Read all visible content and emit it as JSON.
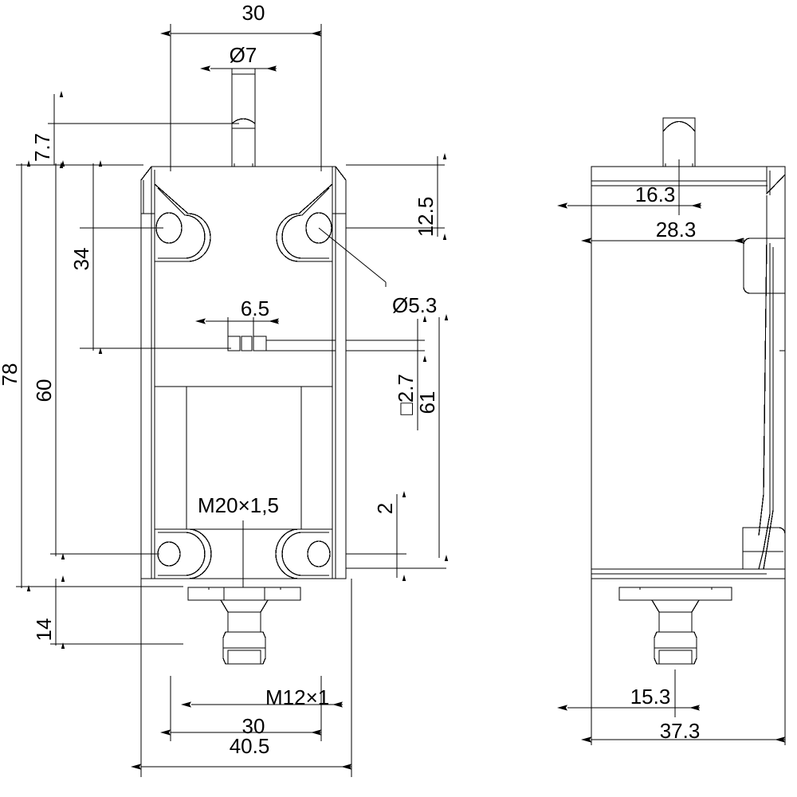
{
  "drawing": {
    "title": "Position switch dimensional drawing",
    "type": "technical-engineering-drawing",
    "units": "mm",
    "line_color": "#000000",
    "background_color": "#ffffff",
    "views": [
      {
        "name": "front-view",
        "label": ""
      },
      {
        "name": "side-view",
        "label": ""
      }
    ]
  },
  "front_view": {
    "dimensions": {
      "top_width": "30",
      "plunger_diameter": "Ø7",
      "top_offset": "7.7",
      "overall_height": "78",
      "hole_pitch_vertical": "60",
      "upper_hole_offset": "34",
      "contact_width": "6.5",
      "mounting_hole_diameter": "Ø5.3",
      "top_edge_offset": "12.5",
      "square_feature": "□2.7",
      "body_height": "61",
      "bottom_gap": "2",
      "bottom_offset": "14",
      "gland_thread": "M20×1,5",
      "cable_thread": "M12×1",
      "bottom_width": "30",
      "overall_width": "40.5"
    }
  },
  "side_view": {
    "dimensions": {
      "plunger_center_offset": "16.3",
      "lug_offset": "28.3",
      "gland_center_offset": "15.3",
      "overall_depth": "37.3"
    }
  },
  "labels": [
    {
      "name": "dim-30-top",
      "value": "30",
      "rotation": 0
    },
    {
      "name": "dim-d7",
      "value": "Ø7",
      "rotation": 0
    },
    {
      "name": "dim-7p7",
      "value": "7.7",
      "rotation": -90
    },
    {
      "name": "dim-78",
      "value": "78",
      "rotation": -90
    },
    {
      "name": "dim-60",
      "value": "60",
      "rotation": -90
    },
    {
      "name": "dim-34",
      "value": "34",
      "rotation": -90
    },
    {
      "name": "dim-6p5",
      "value": "6.5",
      "rotation": 0
    },
    {
      "name": "dim-d5p3",
      "value": "Ø5.3",
      "rotation": 0
    },
    {
      "name": "dim-12p5",
      "value": "12.5",
      "rotation": -90
    },
    {
      "name": "dim-sq2p7",
      "value": "□2.7",
      "rotation": -90
    },
    {
      "name": "dim-61",
      "value": "61",
      "rotation": -90
    },
    {
      "name": "dim-2",
      "value": "2",
      "rotation": -90
    },
    {
      "name": "dim-14",
      "value": "14",
      "rotation": -90
    },
    {
      "name": "label-m20",
      "value": "M20×1,5",
      "rotation": 0
    },
    {
      "name": "label-m12",
      "value": "M12×1",
      "rotation": 0
    },
    {
      "name": "dim-30-bottom",
      "value": "30",
      "rotation": 0
    },
    {
      "name": "dim-40p5",
      "value": "40.5",
      "rotation": 0
    },
    {
      "name": "dim-16p3",
      "value": "16.3",
      "rotation": 0
    },
    {
      "name": "dim-28p3",
      "value": "28.3",
      "rotation": 0
    },
    {
      "name": "dim-15p3",
      "value": "15.3",
      "rotation": 0
    },
    {
      "name": "dim-37p3",
      "value": "37.3",
      "rotation": 0
    }
  ]
}
